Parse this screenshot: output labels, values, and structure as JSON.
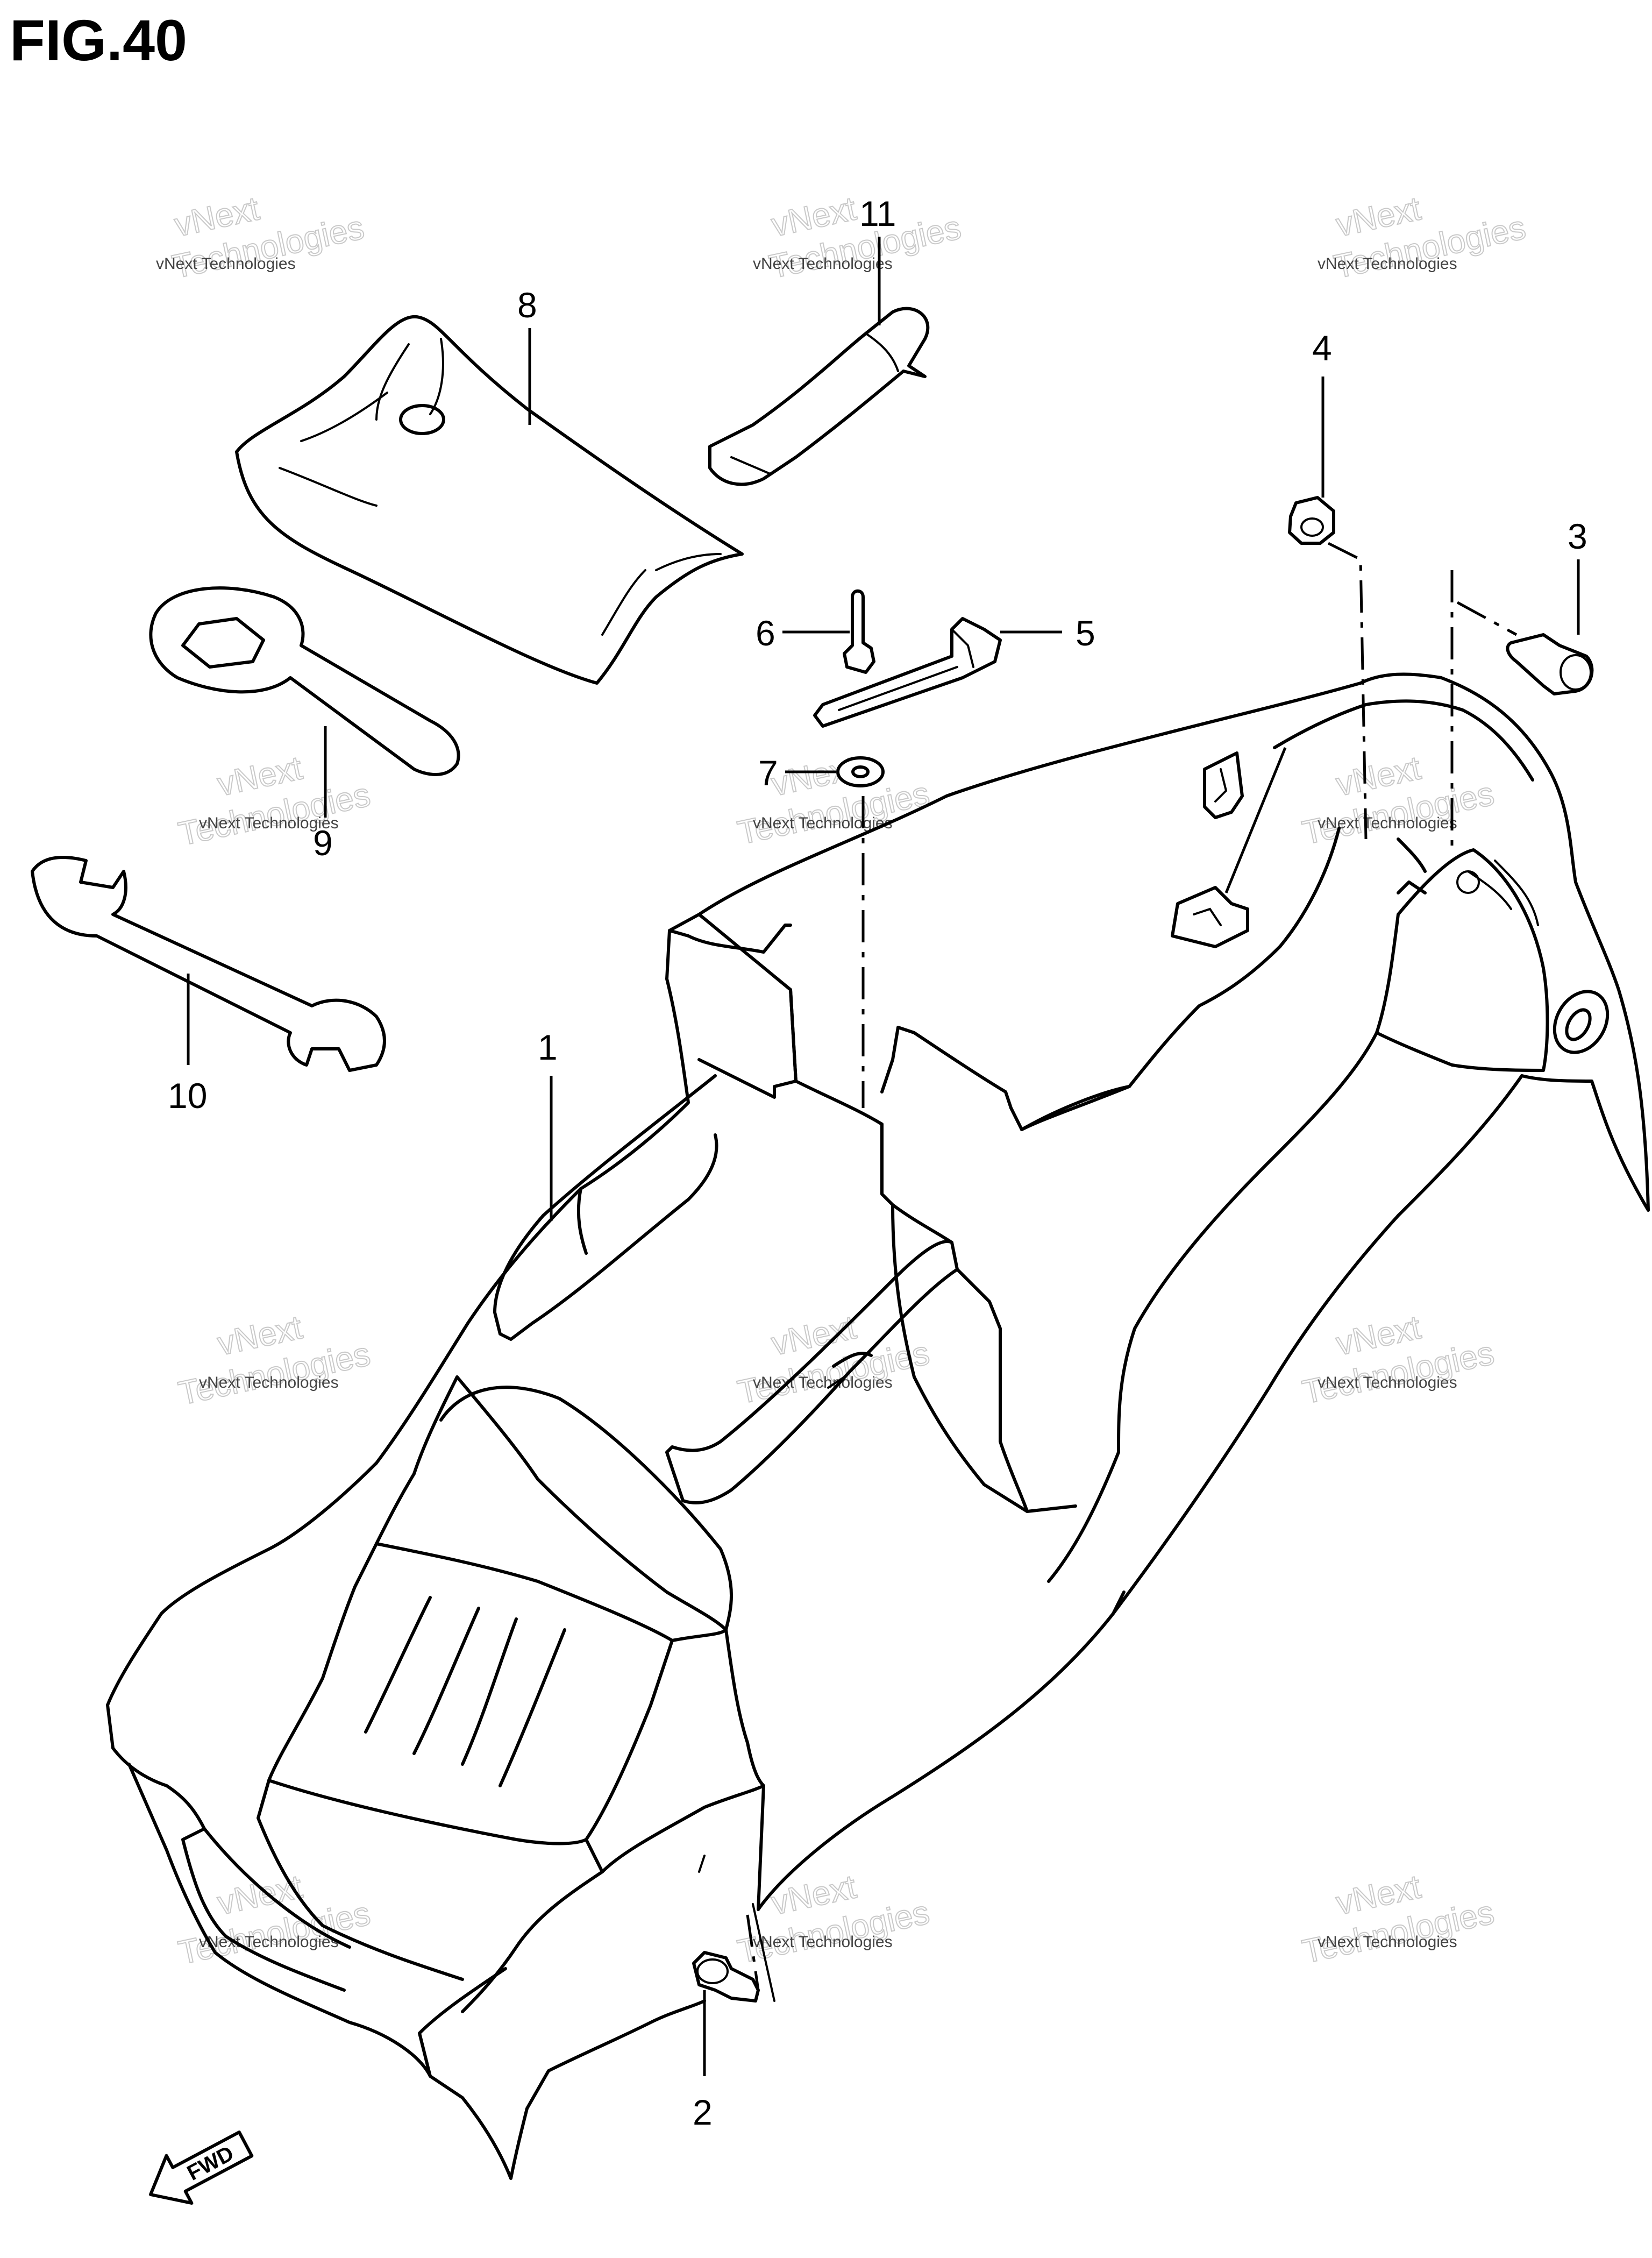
{
  "figure": {
    "title": "FIG.40",
    "fwd_label": "FWD"
  },
  "callouts": [
    "1",
    "2",
    "3",
    "4",
    "5",
    "6",
    "7",
    "8",
    "9",
    "10",
    "11"
  ],
  "watermark": {
    "line1": "vNext Technologies",
    "line2": "Technologies",
    "line0": "vNext"
  }
}
